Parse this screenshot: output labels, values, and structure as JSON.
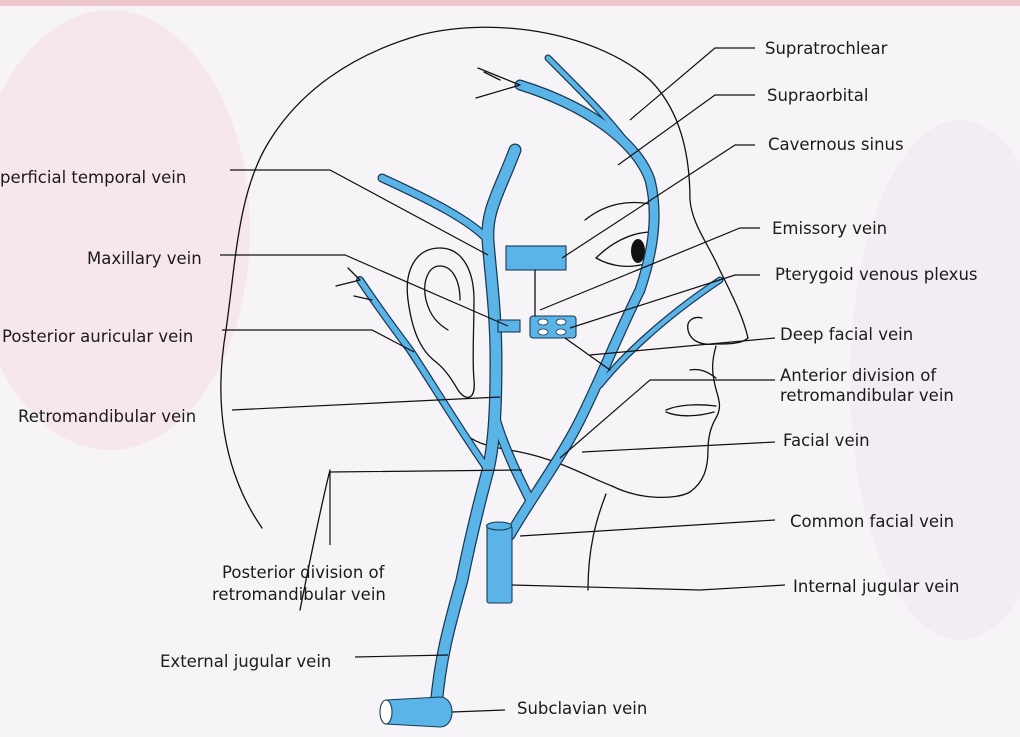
{
  "labels": {
    "supratrochlear": "Supratrochlear",
    "supraorbital": "Supraorbital",
    "cavernous_sinus": "Cavernous sinus",
    "superficial_temporal_vein": "perficial temporal vein",
    "emissory_vein": "Emissory vein",
    "maxillary_vein": "Maxillary vein",
    "pterygoid_venous_plexus": "Pterygoid venous plexus",
    "posterior_auricular_vein": "Posterior auricular vein",
    "deep_facial_vein": "Deep facial vein",
    "anterior_division_line1": "Anterior division of",
    "anterior_division_line2": "retromandibular vein",
    "retromandibular_vein": "Retromandibular vein",
    "facial_vein": "Facial vein",
    "common_facial_vein": "Common facial vein",
    "posterior_division_line1": "Posterior division of",
    "posterior_division_line2": "retromandibular vein",
    "internal_jugular_vein": "Internal jugular vein",
    "external_jugular_vein": "External jugular vein",
    "subclavian_vein": "Subclavian vein"
  },
  "colors": {
    "vein_fill": "#5ab4e8",
    "vein_edge": "#1a3a52",
    "outline": "#111111",
    "background": "#f7f4f8",
    "page_tint": "#f3c4c8"
  }
}
